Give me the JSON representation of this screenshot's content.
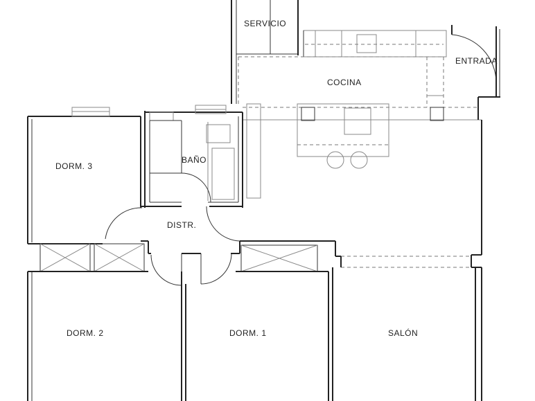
{
  "rooms": {
    "servicio": "SERVICIO",
    "entrada": "ENTRADA",
    "cocina": "COCINA",
    "dorm3": "DORM. 3",
    "bano": "BAÑO",
    "distr": "DISTR.",
    "dorm2": "DORM. 2",
    "dorm1": "DORM. 1",
    "salon": "SALÓN"
  }
}
